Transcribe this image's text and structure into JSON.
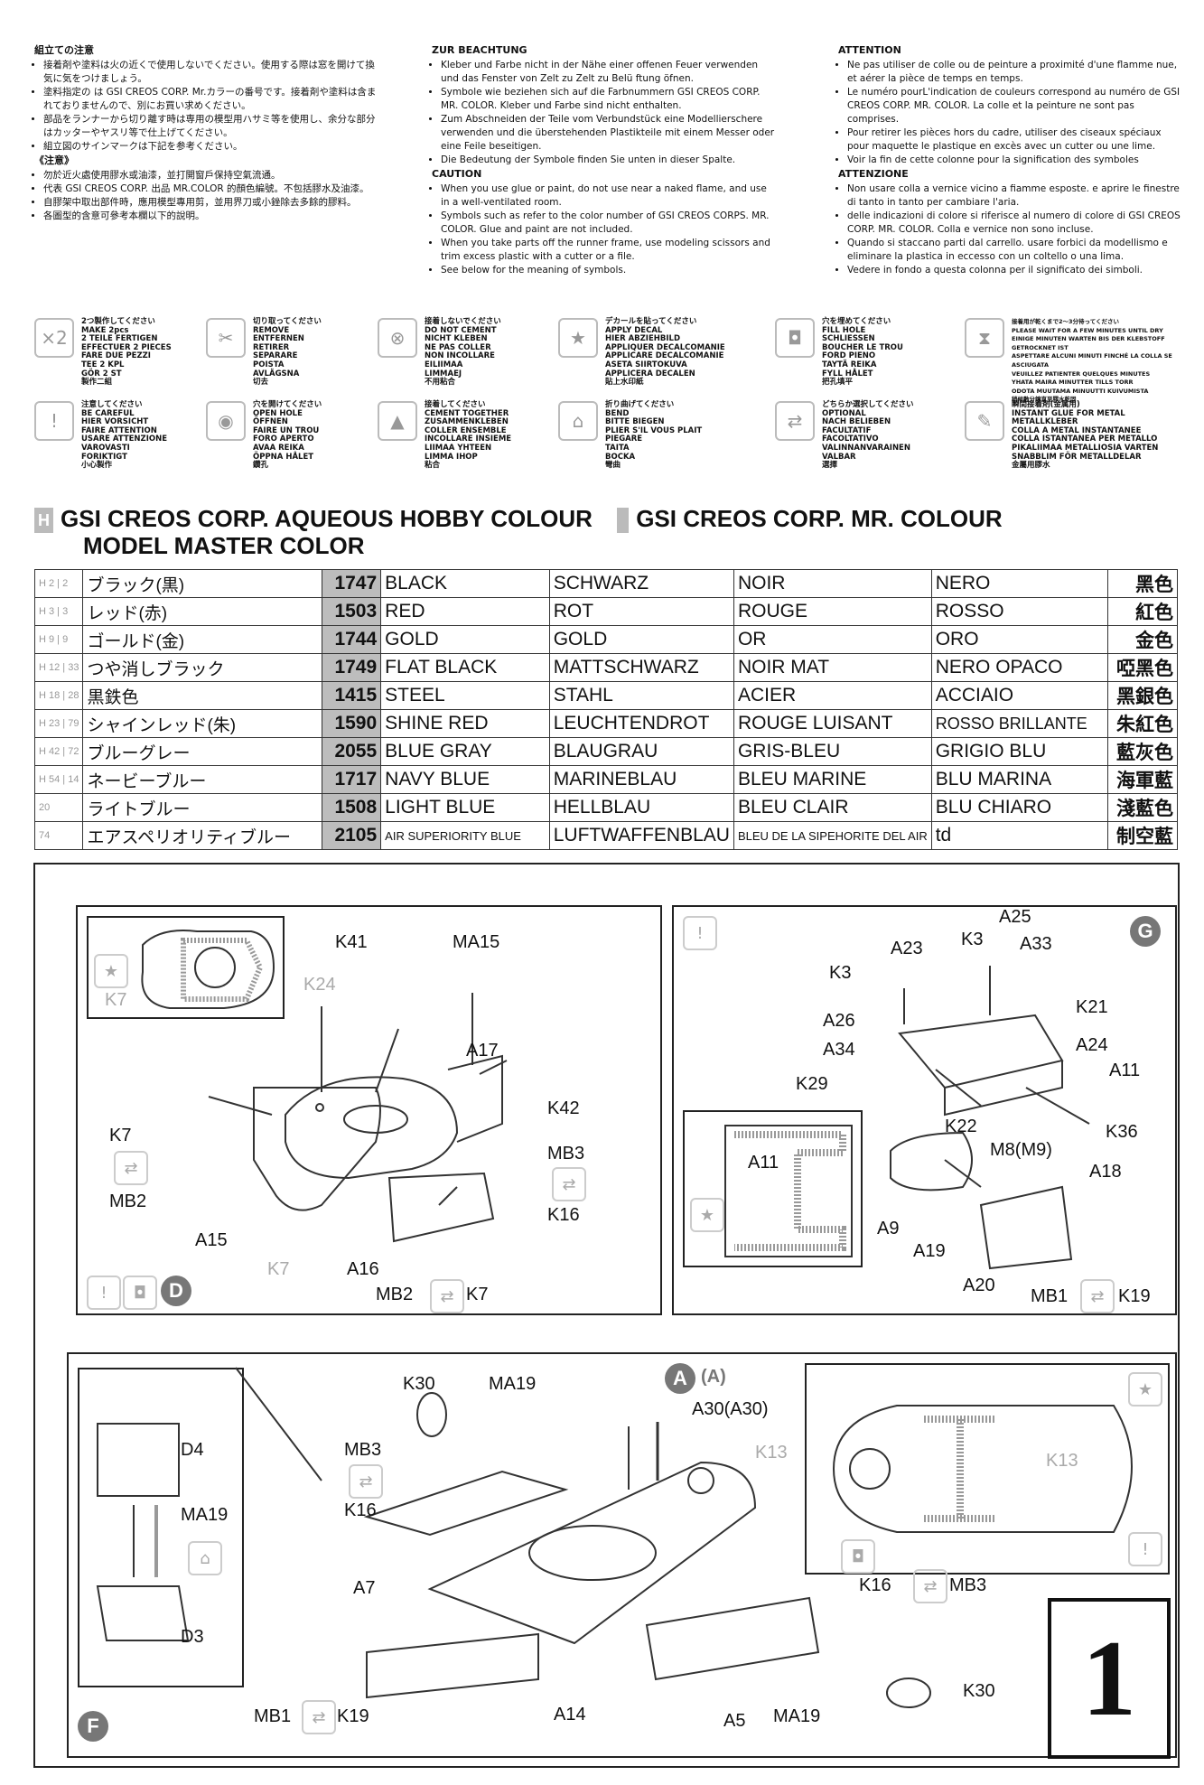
{
  "notes": {
    "jp": {
      "title": "組立ての注意",
      "items": [
        "接着剤や塗料は火の近くで使用しないでください。使用する際は窓を開けて換気に気をつけましょう。",
        "塗料指定の は GSI CREOS CORP. Mr.カラーの番号です。接着剤や塗料は含まれておりませんので、別にお買い求めください。",
        "部品をランナーから切り離す時は専用の模型用ハサミ等を使用し、余分な部分はカッターやヤスリ等で仕上げてください。",
        "組立図のサインマークは下記を参考ください。"
      ],
      "title2": "《注意》",
      "items2": [
        "勿於近火處使用膠水或油漆，並打開窗戶保持空氣流通。",
        "代表 GSI CREOS CORP. 出品 MR.COLOR 的顏色編號。不包括膠水及油漆。",
        "自膠架中取出部件時，應用模型專用剪，並用界刀或小銼除去多餘的膠料。",
        "各圖型的含意可參考本欄以下的說明。"
      ]
    },
    "de": {
      "title": "ZUR BEACHTUNG",
      "items": [
        "Kleber und Farbe nicht in der Nähe einer offenen Feuer verwenden und das Fenster von Zelt zu Zelt zu Belü ftung öfnen.",
        "Symbole wie beziehen sich auf die Farbnummern GSI CREOS CORP. MR. COLOR. Kleber und Farbe sind nicht enthalten.",
        "Zum Abschneiden der Teile vom Verbundstück eine Modellierschere verwenden und die überstehenden Plastikteile mit einem Messer oder eine Feile beseitigen.",
        "Die Bedeutung der Symbole finden Sie unten in dieser Spalte."
      ],
      "title2": "CAUTION",
      "items2": [
        "When you use glue or paint, do not use near a naked flame, and use in a well-ventilated room.",
        "Symbols such as refer to the color number of GSI CREOS CORPS. MR. COLOR. Glue and paint are not included.",
        "When you take parts off the runner frame, use modeling scissors and trim excess plastic with a cutter or a file.",
        "See below for the meaning of symbols."
      ]
    },
    "fr": {
      "title": "ATTENTION",
      "items": [
        "Ne pas utiliser de colle ou de peinture a proximité d'une flamme nue, et aérer la pièce de temps en temps.",
        "Le numéro pourL'indication de couleurs correspond au numéro de GSI CREOS CORP. MR. COLOR. La colle et la peinture ne sont pas comprises.",
        "Pour retirer les pièces hors du cadre, utiliser des ciseaux spéciaux pour maquette le plastique en excès avec un cutter ou une lime.",
        "Voir la fin de cette colonne pour la signification des symboles"
      ],
      "title2": "ATTENZIONE",
      "items2": [
        "Non usare colla a vernice vicino a fiamme esposte. e aprire le finestre di tanto in tanto per cambiare l'aria.",
        "delle indicazioni di colore si riferisce al numero di colore di GSI CREOS CORP. MR. COLOR. Colla e vernice non sono incluse.",
        "Quando si staccano parti dal carrello. usare forbici da modellismo e eliminare la plastica in eccesso con un coltello o una lima.",
        "Vedere in fondo a questa colonna per il significato dei simboli."
      ]
    }
  },
  "symbols": [
    {
      "icon": "x2-icon",
      "glyph": "×2",
      "text": "2つ製作してください\nMAKE 2pcs\n2 TEILE FERTIGEN\nEFFECTUER 2 PIECES\nFARE DUE PEZZI\nTEE 2 KPL\nGÖR 2 ST\n製作二組"
    },
    {
      "icon": "cut-icon",
      "glyph": "✂",
      "text": "切り取ってください\nREMOVE\nENTFERNEN\nRETIRER\nSEPARARE\nPOISTA\nAVLÄGSNA\n切去"
    },
    {
      "icon": "no-cement-icon",
      "glyph": "⊗",
      "text": "接着しないでください\nDO NOT CEMENT\nNICHT KLEBEN\nNE PAS COLLER\nNON INCOLLARE\nEILIIMAA\nLIMMAEJ\n不用粘合"
    },
    {
      "icon": "decal-icon",
      "glyph": "★",
      "text": "デカールを貼ってください\nAPPLY DECAL\nHIER ABZIEHBILD\nAPPLIQUER DECALCOMANIE\nAPPLICARE DECALCOMANIE\nASETA SIIRTOKUVA\nAPPLICERA DECALEN\n貼上水印紙"
    },
    {
      "icon": "fill-hole-icon",
      "glyph": "◘",
      "text": "穴を埋めてください\nFILL HOLE\nSCHLIESSEN\nBOUCHER LE TROU\nFORD PIENO\nTAYTÄ REIKA\nFYLL HÅLET\n把孔填平"
    },
    {
      "icon": "glue-dry-icon",
      "glyph": "⧗",
      "text": "接着用が乾くまで2〜3分待ってください\nPLEASE WAIT FOR A FEW MINUTES UNTIL DRY\nEINIGE MINUTEN WARTEN BIS DER KLEBSTOFF GETROCKNET IST\nASPETTARE ALCUNI MINUTI FINCHÉ LA COLLA SE ASCIUGATA\nVEUILLEZ PATIENTER QUELQUES MINUTES\nYHATA MAIRA MINUTTER TILLS TORR\nODOTA MUUTAMA MINUUTTI KUIVUMISTA\n稍候數分鐘直至膠水乾固"
    },
    {
      "icon": "careful-icon",
      "glyph": "!",
      "text": "注意してください\nBE CAREFUL\nHIER VORSICHT\nFAIRE ATTENTION\nUSARE ATTENZIONE\nVAROVASTI\nFORIKTIGT\n小心製作"
    },
    {
      "icon": "open-hole-icon",
      "glyph": "◉",
      "text": "穴を開けてください\nOPEN HOLE\nÖFFNEN\nFAIRE UN TROU\nFORO APERTO\nAVAA REIKA\nÖPPNA HÅLET\n鑽孔"
    },
    {
      "icon": "cement-icon",
      "glyph": "▲",
      "text": "接着してください\nCEMENT TOGETHER\nZUSAMMENKLEBEN\nCOLLER ENSEMBLE\nINCOLLARE INSIEME\nLIIMAA YHTEEN\nLIMMA IHOP\n粘合"
    },
    {
      "icon": "bend-icon",
      "glyph": "⌂",
      "text": "折り曲げてください\nBEND\nBITTE BIEGEN\nPLIER S'IL VOUS PLAIT\nPIEGARE\nTAITA\nBOCKA\n彎曲"
    },
    {
      "icon": "optional-icon",
      "glyph": "⇄",
      "text": "どちらか選択してください\nOPTIONAL\nNACH BELIEBEN\nFACULTATIF\nFACOLTATIVO\nVALINNANVARAINEN\nVALBAR\n選擇"
    },
    {
      "icon": "instant-glue-icon",
      "glyph": "✎",
      "text": "瞬間接着剤(金属用)\nINSTANT GLUE FOR METAL\nMETALLKLEBER\nCOLLA A METAL INSTANTANEE\nCOLLA ISTANTANEA PER METALLO\nPIKALIIMAA METALLIOSIA VARTEN\nSNABBLIM FÖR METALLDELAR\n金屬用膠水"
    }
  ],
  "paint_header": {
    "h_badge": "H",
    "line1a": "GSI CREOS CORP. AQUEOUS HOBBY COLOUR",
    "line1b": "GSI CREOS CORP. MR. COLOUR",
    "line2": "MODEL MASTER COLOR"
  },
  "paints": [
    {
      "code": "H 2 | 2",
      "jp": "ブラック(黒)",
      "num": "1747",
      "en": "BLACK",
      "de": "SCHWARZ",
      "fr": "NOIR",
      "it": "NERO",
      "cn": "黑色"
    },
    {
      "code": "H 3 | 3",
      "jp": "レッド(赤)",
      "num": "1503",
      "en": "RED",
      "de": "ROT",
      "fr": "ROUGE",
      "it": "ROSSO",
      "cn": "紅色"
    },
    {
      "code": "H 9 | 9",
      "jp": "ゴールド(金)",
      "num": "1744",
      "en": "GOLD",
      "de": "GOLD",
      "fr": "OR",
      "it": "ORO",
      "cn": "金色"
    },
    {
      "code": "H 12 | 33",
      "jp": "つや消しブラック",
      "num": "1749",
      "en": "FLAT BLACK",
      "de": "MATTSCHWARZ",
      "fr": "NOIR MAT",
      "it": "NERO OPACO",
      "cn": "啞黑色"
    },
    {
      "code": "H 18 | 28",
      "jp": "黒鉄色",
      "num": "1415",
      "en": "STEEL",
      "de": "STAHL",
      "fr": "ACIER",
      "it": "ACCIAIO",
      "cn": "黑銀色"
    },
    {
      "code": "H 23 | 79",
      "jp": "シャインレッド(朱)",
      "num": "1590",
      "en": "SHINE RED",
      "de": "LEUCHTENDROT",
      "fr": "ROUGE LUISANT",
      "it": "ROSSO BRILLANTE",
      "cn": "朱紅色"
    },
    {
      "code": "H 42 | 72",
      "jp": "ブルーグレー",
      "num": "2055",
      "en": "BLUE GRAY",
      "de": "BLAUGRAU",
      "fr": "GRIS-BLEU",
      "it": "GRIGIO BLU",
      "cn": "藍灰色"
    },
    {
      "code": "H 54 | 14",
      "jp": "ネービーブルー",
      "num": "1717",
      "en": "NAVY BLUE",
      "de": "MARINEBLAU",
      "fr": "BLEU MARINE",
      "it": "BLU MARINA",
      "cn": "海軍藍"
    },
    {
      "code": "20",
      "jp": "ライトブルー",
      "num": "1508",
      "en": "LIGHT BLUE",
      "de": "HELLBLAU",
      "fr": "BLEU CLAIR",
      "it": "BLU CHIARO",
      "cn": "淺藍色"
    },
    {
      "code": "74",
      "jp": "エアスペリオリティブルー",
      "num": "2105",
      "en": "AIR SUPERIORITY BLUE",
      "de": "LUFTWAFFENBLAU",
      "fr": "BLEU DE LA SIPEHORITE DEL AIR",
      "it": "td",
      "cn": "制空藍"
    }
  ],
  "diagram": {
    "step": "1",
    "panel_d": {
      "circle": "D",
      "labels": {
        "k7_inset": "K7",
        "k24": "K24",
        "k41": "K41",
        "ma15": "MA15",
        "a17": "A17",
        "k42": "K42",
        "k7a": "K7",
        "mb2a": "MB2",
        "mb3": "MB3",
        "k16": "K16",
        "a15": "A15",
        "k7gray": "K7",
        "a16": "A16",
        "mb2b": "MB2",
        "k7b": "K7"
      }
    },
    "panel_g": {
      "circle": "G",
      "labels": {
        "a25": "A25",
        "k3a": "K3",
        "a23": "A23",
        "a33": "A33",
        "k3b": "K3",
        "k21": "K21",
        "a26": "A26",
        "a24": "A24",
        "a34": "A34",
        "a11": "A11",
        "k29": "K29",
        "k22": "K22",
        "m8": "M8(M9)",
        "k36": "K36",
        "a11_inset": "A11",
        "a18": "A18",
        "a9": "A9",
        "a19": "A19",
        "a20": "A20",
        "mb1": "MB1",
        "k19": "K19"
      }
    },
    "panel_f": {
      "circle": "F",
      "labels": {
        "d4": "D4",
        "ma19a": "MA19",
        "d3": "D3",
        "k30a": "K30",
        "ma19b": "MA19",
        "mb3a": "MB3",
        "k16a": "K16",
        "a7": "A7",
        "a_circle1": "A",
        "a_circle2": "(A)",
        "a30": "A30(A30)",
        "k13": "K13",
        "k13_inset": "K13",
        "k16b": "K16",
        "mb3b": "MB3",
        "k30b": "K30",
        "ma19c": "MA19",
        "a5": "A5",
        "a14": "A14",
        "mb1": "MB1",
        "k19": "K19"
      }
    }
  }
}
